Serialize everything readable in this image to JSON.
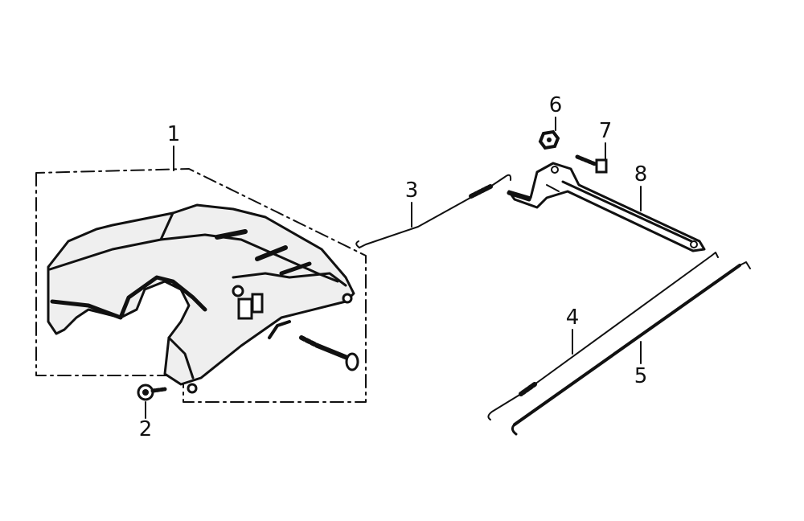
{
  "diagram": {
    "callouts": [
      {
        "id": "c1",
        "label": "1"
      },
      {
        "id": "c2",
        "label": "2"
      },
      {
        "id": "c3",
        "label": "3"
      },
      {
        "id": "c4",
        "label": "4"
      },
      {
        "id": "c5",
        "label": "5"
      },
      {
        "id": "c6",
        "label": "6"
      },
      {
        "id": "c7",
        "label": "7"
      },
      {
        "id": "c8",
        "label": "8"
      }
    ]
  },
  "colors": {
    "ink": "#111111",
    "paper": "#ffffff"
  }
}
